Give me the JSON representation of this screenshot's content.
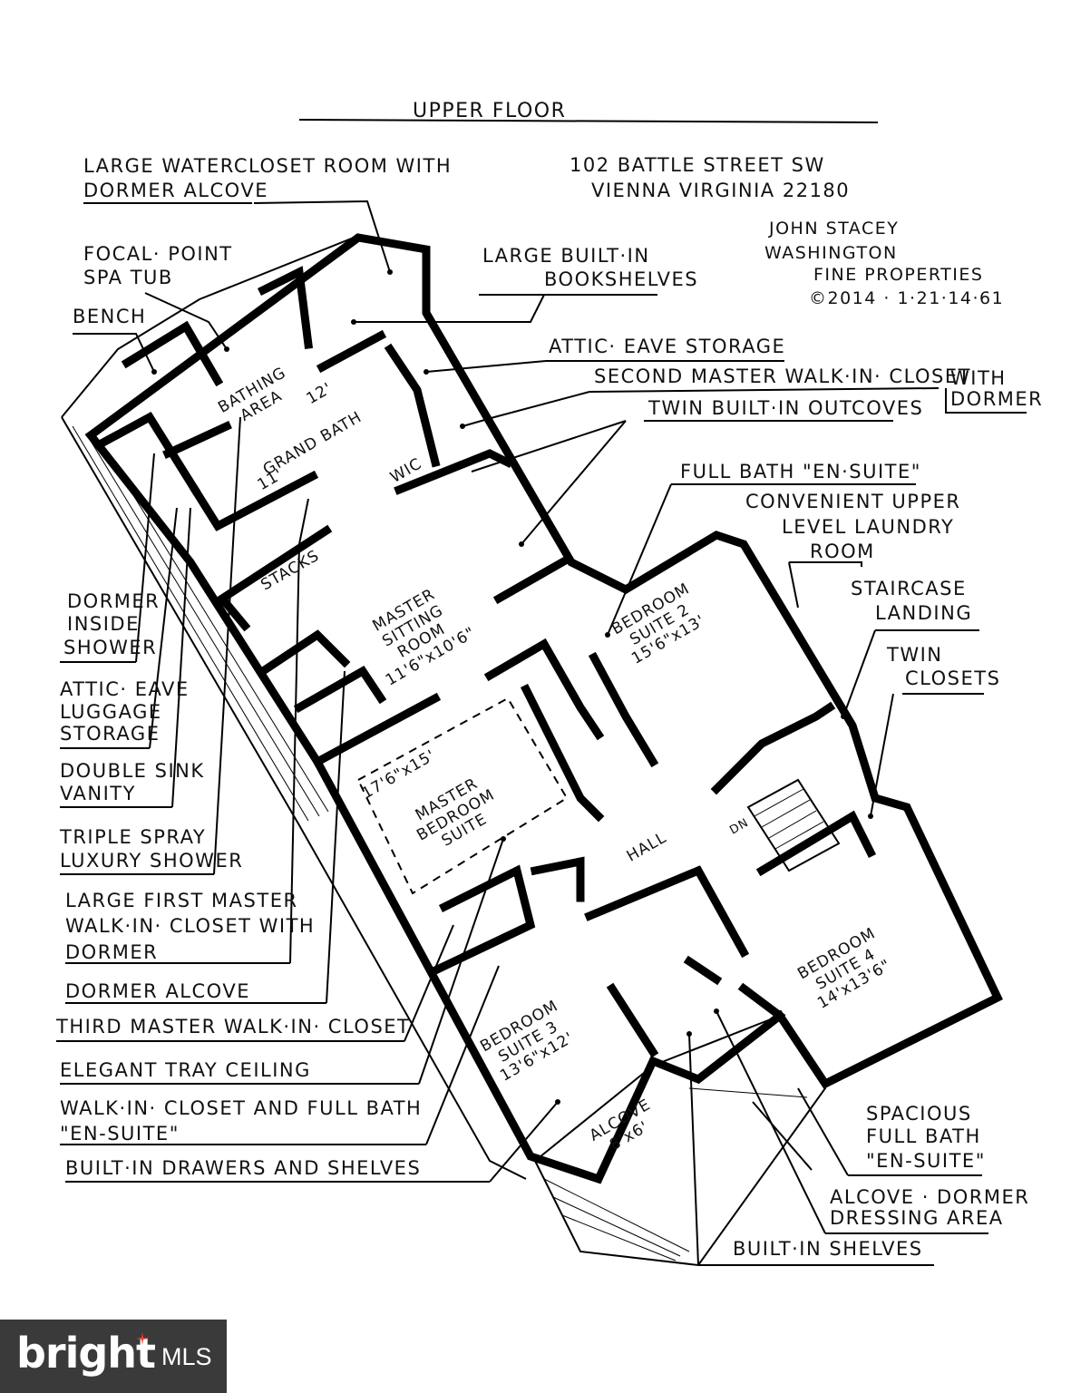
{
  "title": "UPPER FLOOR",
  "address": {
    "line1": "102 BATTLE STREET SW",
    "line2": "VIENNA VIRGINIA 22180"
  },
  "credit": {
    "line1": "JOHN STACEY",
    "line2": "WASHINGTON",
    "line3": "FINE PROPERTIES",
    "line4": "©2014 · 1·21·14·61"
  },
  "callouts_left": {
    "watercloset_1": "LARGE WATERCLOSET ROOM WITH",
    "watercloset_2": "DORMER ALCOVE",
    "spa_1": "FOCAL· POINT",
    "spa_2": "SPA TUB",
    "bench": "BENCH",
    "dormer_shower_1": "DORMER",
    "dormer_shower_2": "INSIDE",
    "dormer_shower_3": "SHOWER",
    "luggage_1": "ATTIC· EAVE",
    "luggage_2": "LUGGAGE",
    "luggage_3": "STORAGE",
    "vanity_1": "DOUBLE SINK",
    "vanity_2": "VANITY",
    "shower_1": "TRIPLE SPRAY",
    "shower_2": "LUXURY SHOWER",
    "first_closet_1": "LARGE FIRST MASTER",
    "first_closet_2": "WALK·IN· CLOSET WITH",
    "first_closet_3": "DORMER",
    "dormer_alcove": "DORMER ALCOVE",
    "third_closet": "THIRD MASTER WALK·IN· CLOSET",
    "tray": "ELEGANT TRAY CEILING",
    "walkin_bath_1": "WALK·IN· CLOSET AND FULL BATH",
    "walkin_bath_2": "\"EN-SUITE\"",
    "drawers": "BUILT·IN DRAWERS AND SHELVES"
  },
  "callouts_right": {
    "bookshelves_1": "LARGE BUILT·IN",
    "bookshelves_2": "BOOKSHELVES",
    "attic": "ATTIC· EAVE STORAGE",
    "second_closet": "SECOND MASTER WALK·IN· CLOSET",
    "second_closet_with": "WITH",
    "second_closet_dormer": "DORMER",
    "outcoves": "TWIN BUILT·IN OUTCOVES",
    "full_bath": "FULL BATH \"EN·SUITE\"",
    "laundry_1": "CONVENIENT UPPER",
    "laundry_2": "LEVEL LAUNDRY",
    "laundry_3": "ROOM",
    "landing_1": "STAIRCASE",
    "landing_2": "LANDING",
    "closets_1": "TWIN",
    "closets_2": "CLOSETS",
    "spacious_1": "SPACIOUS",
    "spacious_2": "FULL BATH",
    "spacious_3": "\"EN-SUITE\"",
    "dressing_1": "ALCOVE · DORMER",
    "dressing_2": "DRESSING AREA",
    "shelves": "BUILT·IN SHELVES"
  },
  "rooms": {
    "bathing_1": "BATHING",
    "bathing_2": "AREA",
    "dim_12": "12'",
    "grand_bath": "GRAND BATH",
    "dim_11": "11'",
    "wic": "WIC",
    "stacks": "STACKS",
    "sitting_1": "MASTER",
    "sitting_2": "SITTING",
    "sitting_3": "ROOM",
    "sitting_dim": "11'6\"x10'6\"",
    "master_dim": "17'6\"x15'",
    "master_1": "MASTER",
    "master_2": "BEDROOM",
    "master_3": "SUITE",
    "bed2_1": "BEDROOM",
    "bed2_2": "SUITE 2",
    "bed2_dim": "15'6\"x13'",
    "hall": "HALL",
    "dn": "DN",
    "bed3_1": "BEDROOM",
    "bed3_2": "SUITE 3",
    "bed3_dim": "13'6\"x12'",
    "alcove_1": "ALCOVE",
    "alcove_dim": "8'x6'",
    "bed4_1": "BEDROOM",
    "bed4_2": "SUITE 4",
    "bed4_dim": "14'x13'6\""
  },
  "logo": {
    "brand": "bright",
    "suffix": "MLS",
    "brand_color": "#3a3a3a",
    "accent_color": "#e8443a"
  }
}
